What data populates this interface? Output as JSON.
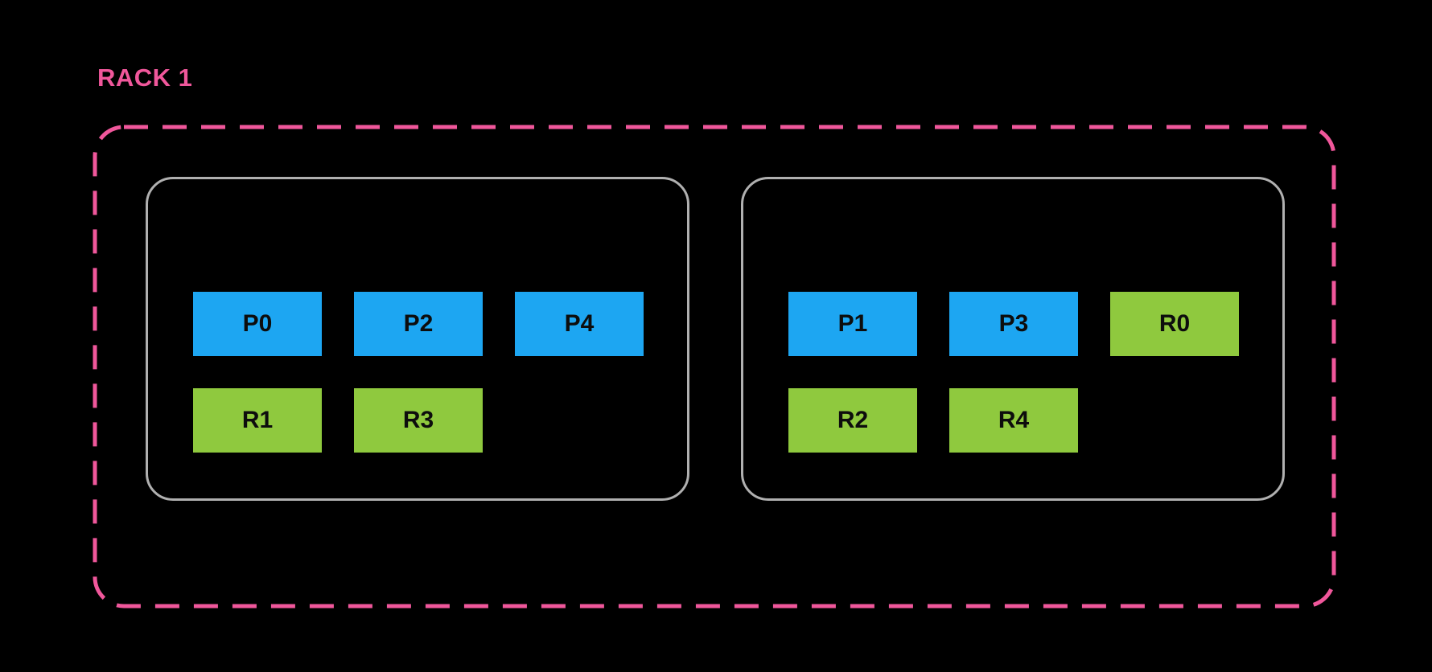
{
  "colors": {
    "background": "#000000",
    "rack-pink": "#F0579B",
    "primary-blue": "#1DA6F2",
    "replica-green": "#8FC93E",
    "node-border-gray": "#B0B0B0",
    "box-text": "#0D0D0D"
  },
  "rack": {
    "label": "RACK 1",
    "nodes": [
      {
        "rows": [
          [
            {
              "label": "P0",
              "type": "primary"
            },
            {
              "label": "P2",
              "type": "primary"
            },
            {
              "label": "P4",
              "type": "primary"
            }
          ],
          [
            {
              "label": "R1",
              "type": "replica"
            },
            {
              "label": "R3",
              "type": "replica"
            }
          ]
        ]
      },
      {
        "rows": [
          [
            {
              "label": "P1",
              "type": "primary"
            },
            {
              "label": "P3",
              "type": "primary"
            },
            {
              "label": "R0",
              "type": "replica"
            }
          ],
          [
            {
              "label": "R2",
              "type": "replica"
            },
            {
              "label": "R4",
              "type": "replica"
            }
          ]
        ]
      }
    ]
  }
}
